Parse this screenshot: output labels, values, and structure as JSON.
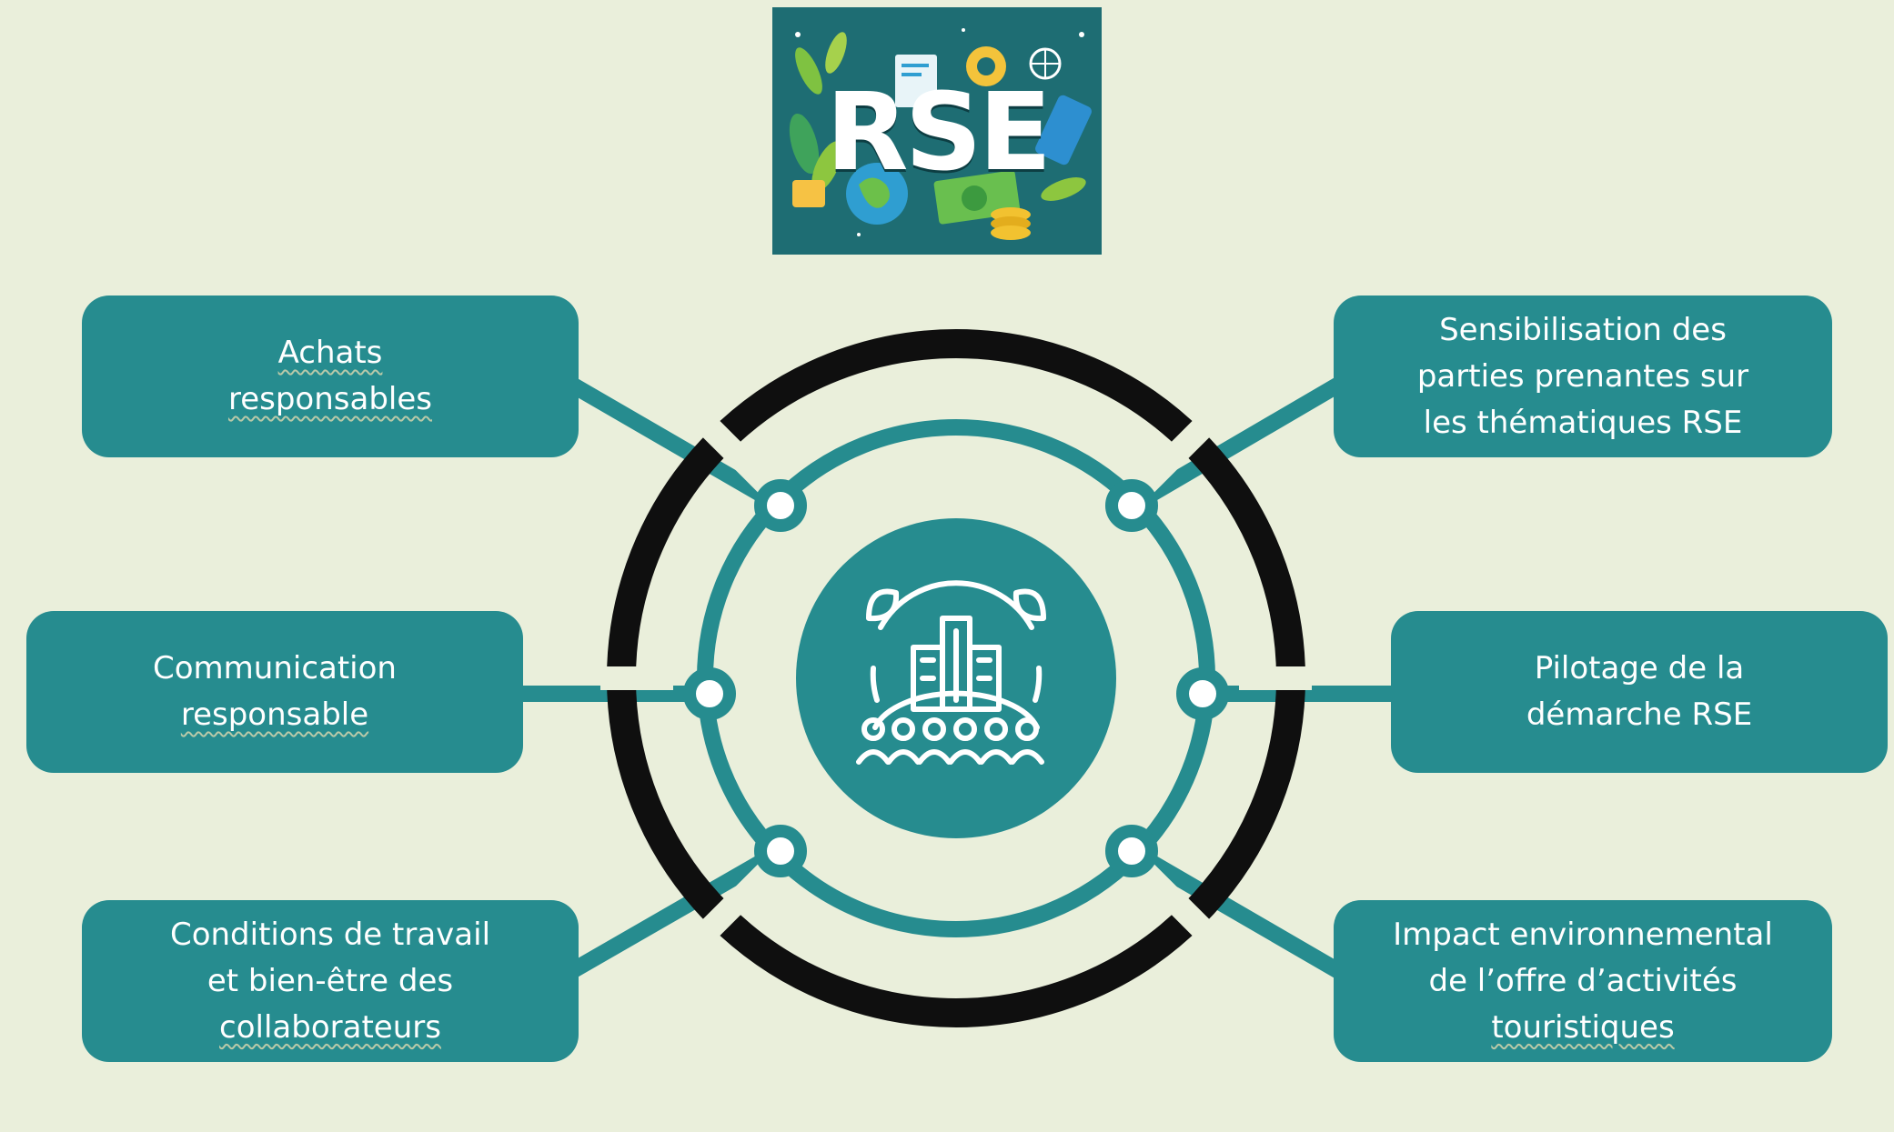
{
  "logo": {
    "text": "RSE"
  },
  "center_icon": "eco-city-community-icon",
  "colors": {
    "background": "#eaefdb",
    "teal": "#268c8f",
    "ring_dark": "#0f0f0f",
    "white": "#ffffff"
  },
  "nodes": {
    "top_left": {
      "lines": [
        "Achats",
        "responsables"
      ]
    },
    "middle_left": {
      "lines": [
        "Communication",
        "responsable"
      ]
    },
    "bottom_left": {
      "lines": [
        "Conditions de travail",
        "et bien-être des",
        "collaborateurs"
      ]
    },
    "top_right": {
      "lines": [
        "Sensibilisation des",
        "parties prenantes sur",
        "les thématiques RSE"
      ]
    },
    "middle_right": {
      "lines": [
        "Pilotage de la",
        "démarche RSE"
      ]
    },
    "bottom_right": {
      "lines": [
        "Impact environnemental",
        "de l’offre d’activités",
        "touristiques"
      ]
    }
  }
}
